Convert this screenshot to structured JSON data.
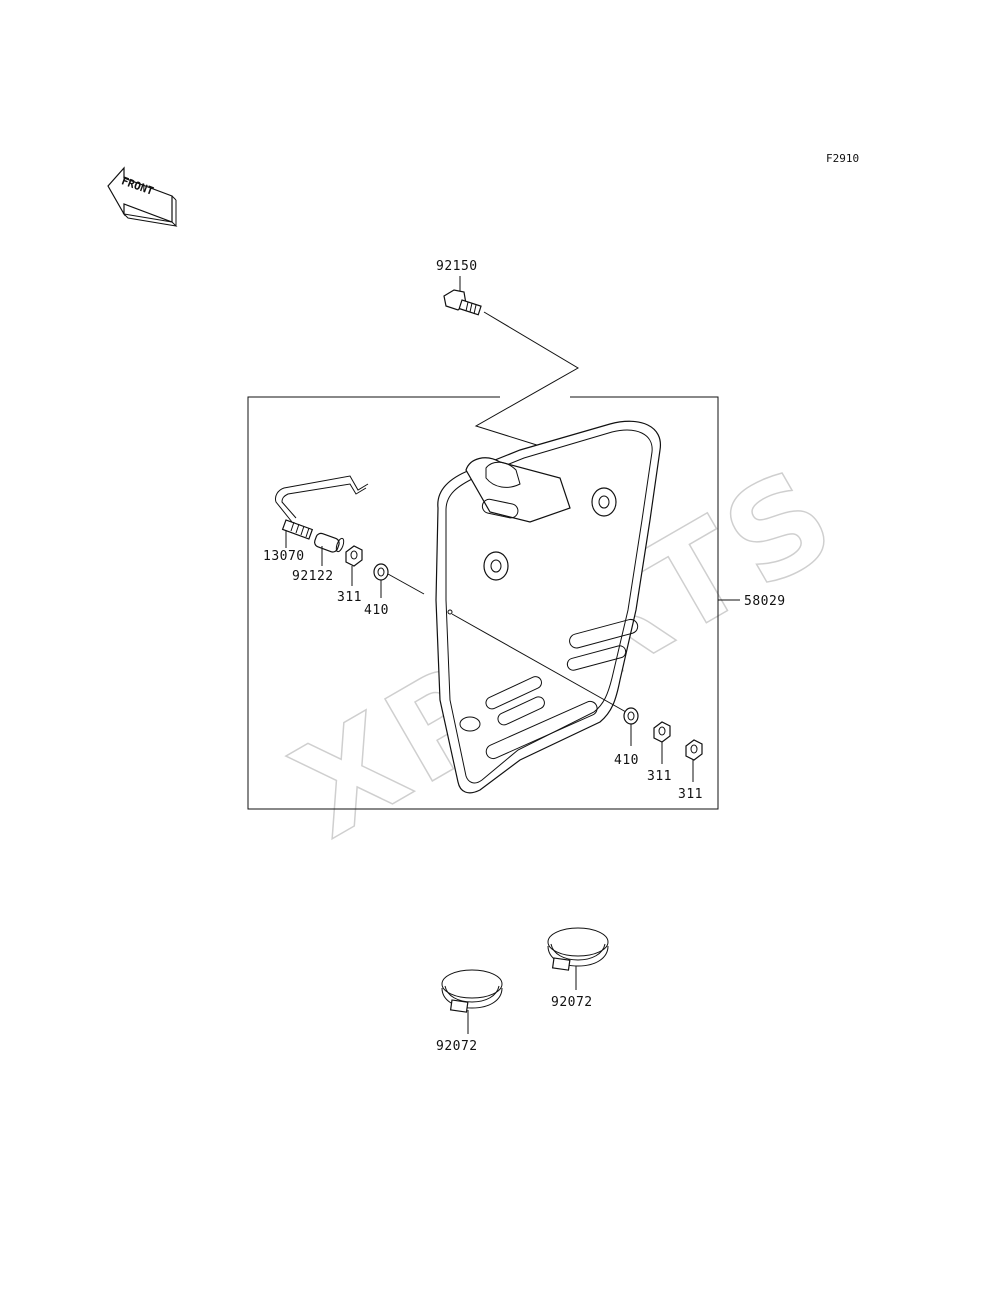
{
  "reference_code": "F2910",
  "front_label": "FRONT",
  "watermark": "XPARTS",
  "parts": {
    "bolt": "92150",
    "plate": "58029",
    "wire": "13070",
    "spacer": "92122",
    "nut_left": "311",
    "washer_left": "410",
    "washer_right": "410",
    "nut_right_1": "311",
    "nut_right_2": "311",
    "clamp_right": "92072",
    "clamp_left": "92072"
  }
}
